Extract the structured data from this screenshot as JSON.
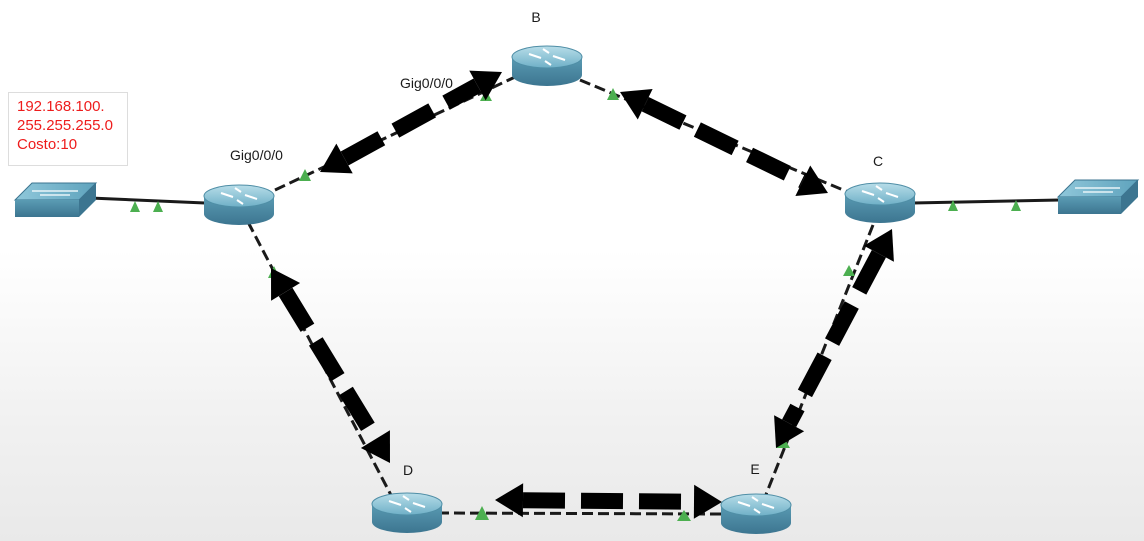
{
  "routers": [
    {
      "id": "A",
      "label": ""
    },
    {
      "id": "B",
      "label": "B"
    },
    {
      "id": "C",
      "label": "C"
    },
    {
      "id": "D",
      "label": "D"
    },
    {
      "id": "E",
      "label": "E"
    }
  ],
  "switches": [
    {
      "id": "left-switch"
    },
    {
      "id": "right-switch"
    }
  ],
  "interfaces": {
    "router_a_to_b": "Gig0/0/0",
    "router_b_to_a": "Gig0/0/0"
  },
  "note": {
    "network": "192.168.100.",
    "mask": "255.255.255.0",
    "cost": "Costo:10"
  },
  "links": [
    {
      "from": "A",
      "to": "B",
      "arrow": true
    },
    {
      "from": "B",
      "to": "C",
      "arrow": true
    },
    {
      "from": "A",
      "to": "D",
      "arrow": true
    },
    {
      "from": "D",
      "to": "E",
      "arrow": true
    },
    {
      "from": "E",
      "to": "C",
      "arrow": true
    },
    {
      "from": "left-switch",
      "to": "A",
      "arrow": false
    },
    {
      "from": "C",
      "to": "right-switch",
      "arrow": false
    }
  ],
  "colors": {
    "device": "#5fa3bd",
    "link_status": "#4caf50",
    "arrow": "#000000",
    "note_text": "#ee1c1c"
  }
}
